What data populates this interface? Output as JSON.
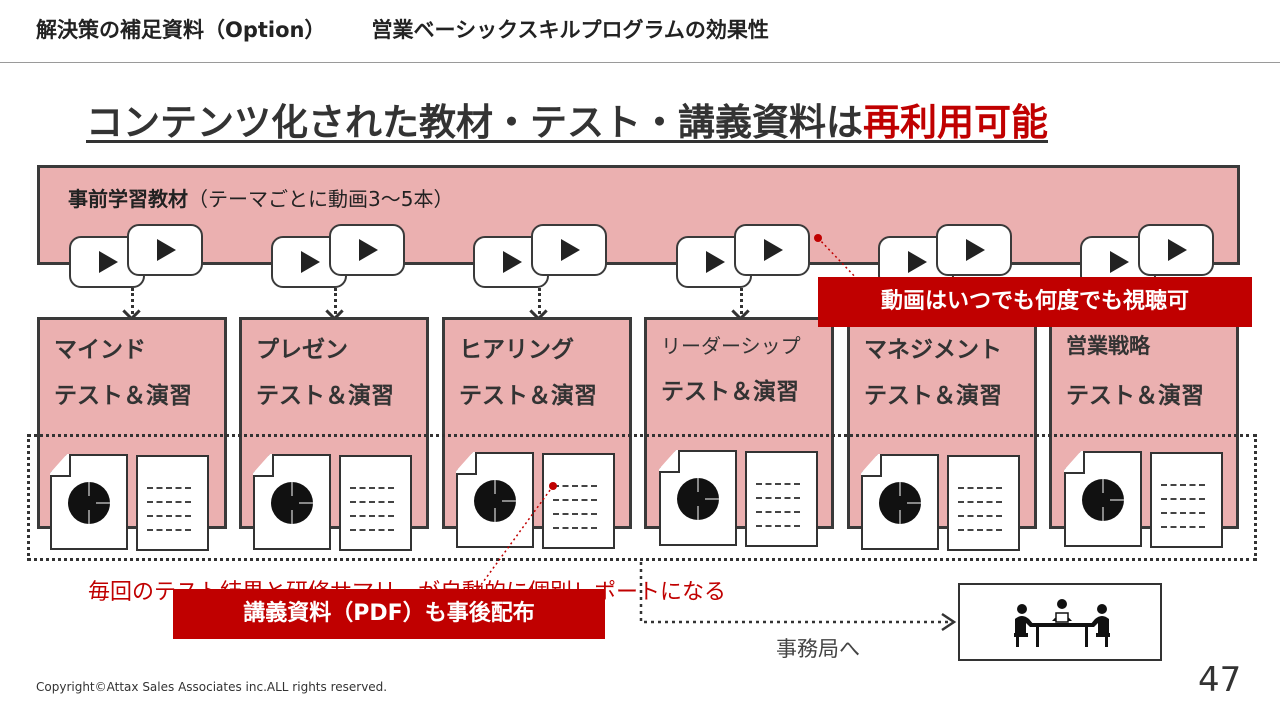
{
  "header": {
    "left": "解決策の補足資料（Option）",
    "right": "営業ベーシックスキルプログラムの効果性"
  },
  "title": {
    "main": "コンテンツ化された教材・テスト・講義資料は",
    "highlight": "再利用可能"
  },
  "prelearning": {
    "label_bold": "事前学習教材",
    "label_rest": "（テーマごとに動画3～5本）"
  },
  "modules": [
    {
      "name": "マインド",
      "subtitle": "テスト＆演習"
    },
    {
      "name": "プレゼン",
      "subtitle": "テスト＆演習"
    },
    {
      "name": "ヒアリング",
      "subtitle": "テスト＆演習"
    },
    {
      "name": "リーダーシップ",
      "subtitle": "テスト＆演習"
    },
    {
      "name": "マネジメント",
      "subtitle": "テスト＆演習"
    },
    {
      "name": "営業戦略",
      "subtitle": "テスト＆演習"
    }
  ],
  "callouts": {
    "video": "動画はいつでも何度でも視聴可",
    "pdf": "講義資料（PDF）も事後配布"
  },
  "report_note": "毎回のテスト結果と研修サマリーが自動的に個別レポートになる",
  "office_label": "事務局へ",
  "footer": {
    "copyright": "Copyright©Attax Sales Associates inc.ALL rights reserved.",
    "page": "47"
  },
  "colors": {
    "accent_red": "#c00000",
    "pink_fill": "#ebb0b0"
  },
  "icons": [
    "play-icon",
    "pie-chart-document-icon",
    "text-document-icon",
    "meeting-people-icon"
  ]
}
